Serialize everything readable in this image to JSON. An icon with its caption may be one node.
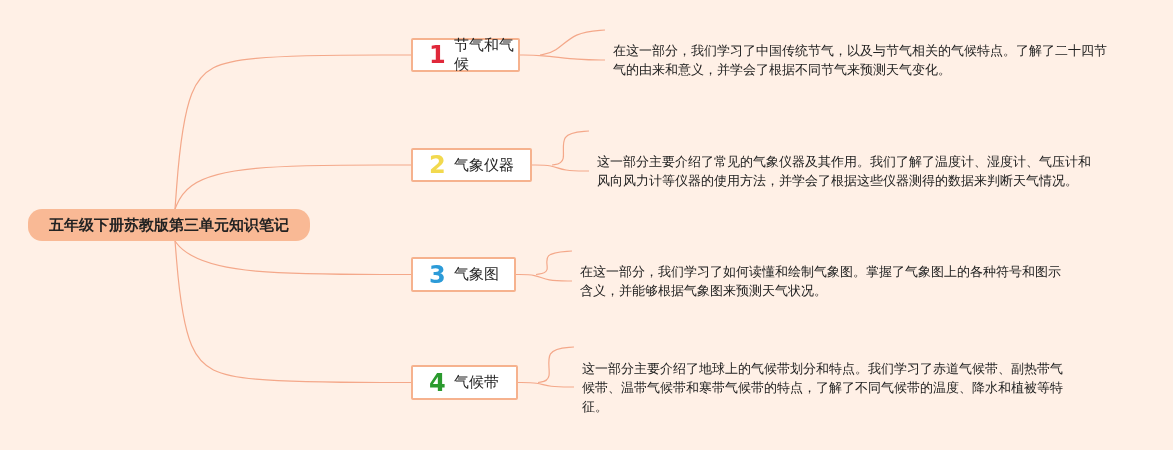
{
  "diagram": {
    "nodes": [
      {
        "text": [
          "五年级下册苏教版第三单元知识笔记"
        ]
      },
      {
        "text": [
          "1",
          "节气和气候"
        ]
      },
      {
        "text": [
          "在这一部分，我们学习了中国传统节气，以及与节气相关的气候特点。了解了二十四节气的由来和意义，并学会了根据不同节气来预测天气变化。"
        ]
      },
      {
        "text": [
          "2",
          "气象仪器"
        ]
      },
      {
        "text": [
          "这一部分主要介绍了常见的气象仪器及其作用。我们了解了温度计、湿度计、气压计和风向风力计等仪器的使用方法，并学会了根据这些仪器测得的数据来判断天气情况。"
        ]
      },
      {
        "text": [
          "3",
          "气象图"
        ]
      },
      {
        "text": [
          "在这一部分，我们学习了如何读懂和绘制气象图。掌握了气象图上的各种符号和图示含义，并能够根据气象图来预测天气状况。"
        ]
      },
      {
        "text": [
          "4",
          "气候带"
        ]
      },
      {
        "text": [
          "这一部分主要介绍了地球上的气候带划分和特点。我们学习了赤道气候带、副热带气候带、温带气候带和寒带气候带的特点，了解了不同气候带的温度、降水和植被等特征。"
        ]
      }
    ],
    "edges": [
      {
        "from": 0,
        "to": 1,
        "arrow": "none"
      },
      {
        "from": 0,
        "to": 3,
        "arrow": "none"
      },
      {
        "from": 0,
        "to": 5,
        "arrow": "none"
      },
      {
        "from": 0,
        "to": 7,
        "arrow": "none"
      },
      {
        "from": 1,
        "to": 2,
        "arrow": "none"
      },
      {
        "from": 3,
        "to": 4,
        "arrow": "none"
      },
      {
        "from": 5,
        "to": 6,
        "arrow": "none"
      },
      {
        "from": 7,
        "to": 8,
        "arrow": "none"
      }
    ]
  }
}
